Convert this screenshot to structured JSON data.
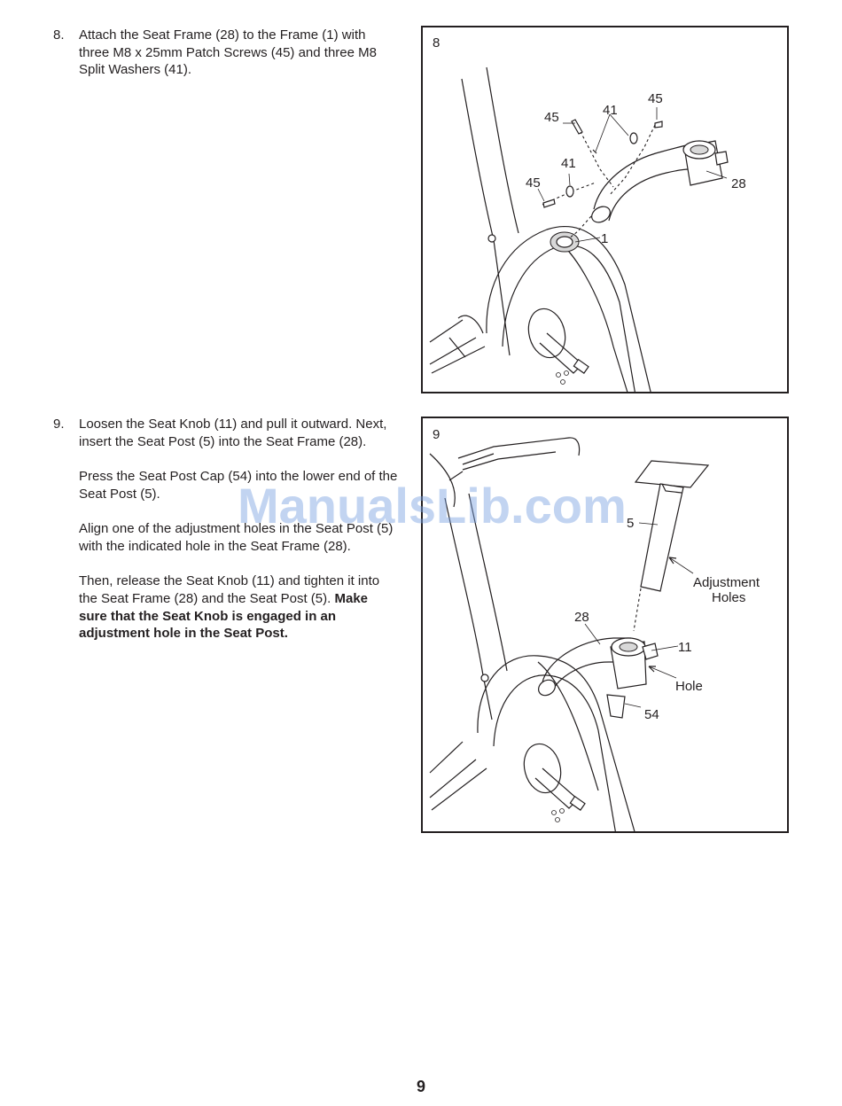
{
  "steps": [
    {
      "number": "8.",
      "paragraphs": [
        "Attach the Seat Frame (28) to the Frame (1) with three M8 x 25mm Patch Screws (45) and three M8 Split Washers (41)."
      ]
    },
    {
      "number": "9.",
      "paragraphs": [
        "Loosen the Seat Knob (11) and pull it outward. Next, insert the Seat Post (5) into the Seat Frame (28).",
        "Press the Seat Post Cap (54) into the lower end of the Seat Post (5).",
        "Align one of the adjustment holes in the Seat Post (5) with the indicated hole in the Seat Frame (28)."
      ],
      "final_paragraph": "Then, release the Seat Knob (11) and tighten it into the Seat Frame (28) and the Seat Post (5).",
      "final_bold": "Make sure that the Seat Knob is engaged in an adjustment hole in the Seat Post."
    }
  ],
  "figures": {
    "fig8": {
      "number": "8",
      "callouts": {
        "c45a": "45",
        "c41a": "41",
        "c45b": "45",
        "c41b": "41",
        "c45c": "45",
        "c28": "28",
        "c1": "1"
      }
    },
    "fig9": {
      "number": "9",
      "callouts": {
        "c5": "5",
        "adj1": "Adjustment",
        "adj2": "Holes",
        "c28": "28",
        "c11": "11",
        "hole": "Hole",
        "c54": "54"
      }
    }
  },
  "watermark": "ManualsLib.com",
  "page_number": "9"
}
